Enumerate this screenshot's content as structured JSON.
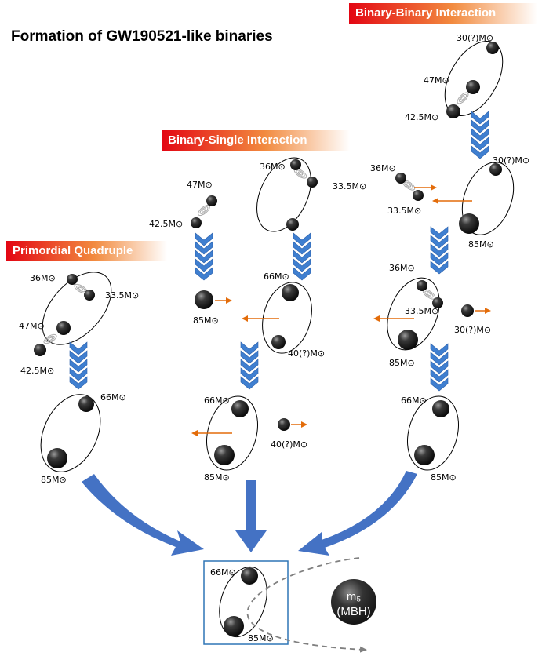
{
  "title": "Formation of GW190521-like binaries",
  "banners": {
    "binary_binary": "Binary-Binary Interaction",
    "binary_single": "Binary-Single Interaction",
    "primordial": "Primordial Quadruple"
  },
  "colors": {
    "banner_start": "#e30613",
    "banner_end": "#ffffff",
    "chevron": "#3f7fd0",
    "big_arrow": "#4472c4",
    "velocity_arrow": "#e36c0a",
    "final_box": "#2e75b6",
    "trajectory": "#808080"
  },
  "primordial_column": {
    "top_pair_a": "36M⊙",
    "top_pair_b": "33.5M⊙",
    "bottom_pair_a": "47M⊙",
    "bottom_pair_b": "42.5M⊙",
    "merged_a": "66M⊙",
    "merged_b": "85M⊙"
  },
  "binary_single_column": {
    "pair_a": "47M⊙",
    "pair_b": "42.5M⊙",
    "single": "85M⊙",
    "binary_top": "36M⊙",
    "binary_top_b": "33.5M⊙",
    "mid_a": "66M⊙",
    "mid_b": "40(?)M⊙",
    "bottom_a": "66M⊙",
    "escaper": "40(?)M⊙",
    "bottom_b": "85M⊙"
  },
  "binary_binary_column": {
    "top_a": "30(?)M⊙",
    "top_b": "47M⊙",
    "top_c": "42.5M⊙",
    "second_a": "36M⊙",
    "second_b": "33.5M⊙",
    "second_c": "30(?)M⊙",
    "second_d": "85M⊙",
    "third_a": "36M⊙",
    "third_b": "33.5M⊙",
    "third_c": "30(?)M⊙",
    "third_d": "85M⊙",
    "bottom_a": "66M⊙",
    "bottom_b": "85M⊙"
  },
  "final_binary": {
    "a": "66M⊙",
    "b": "85M⊙"
  },
  "intruder": {
    "line1": "m₅",
    "line2": "(MBH)"
  }
}
